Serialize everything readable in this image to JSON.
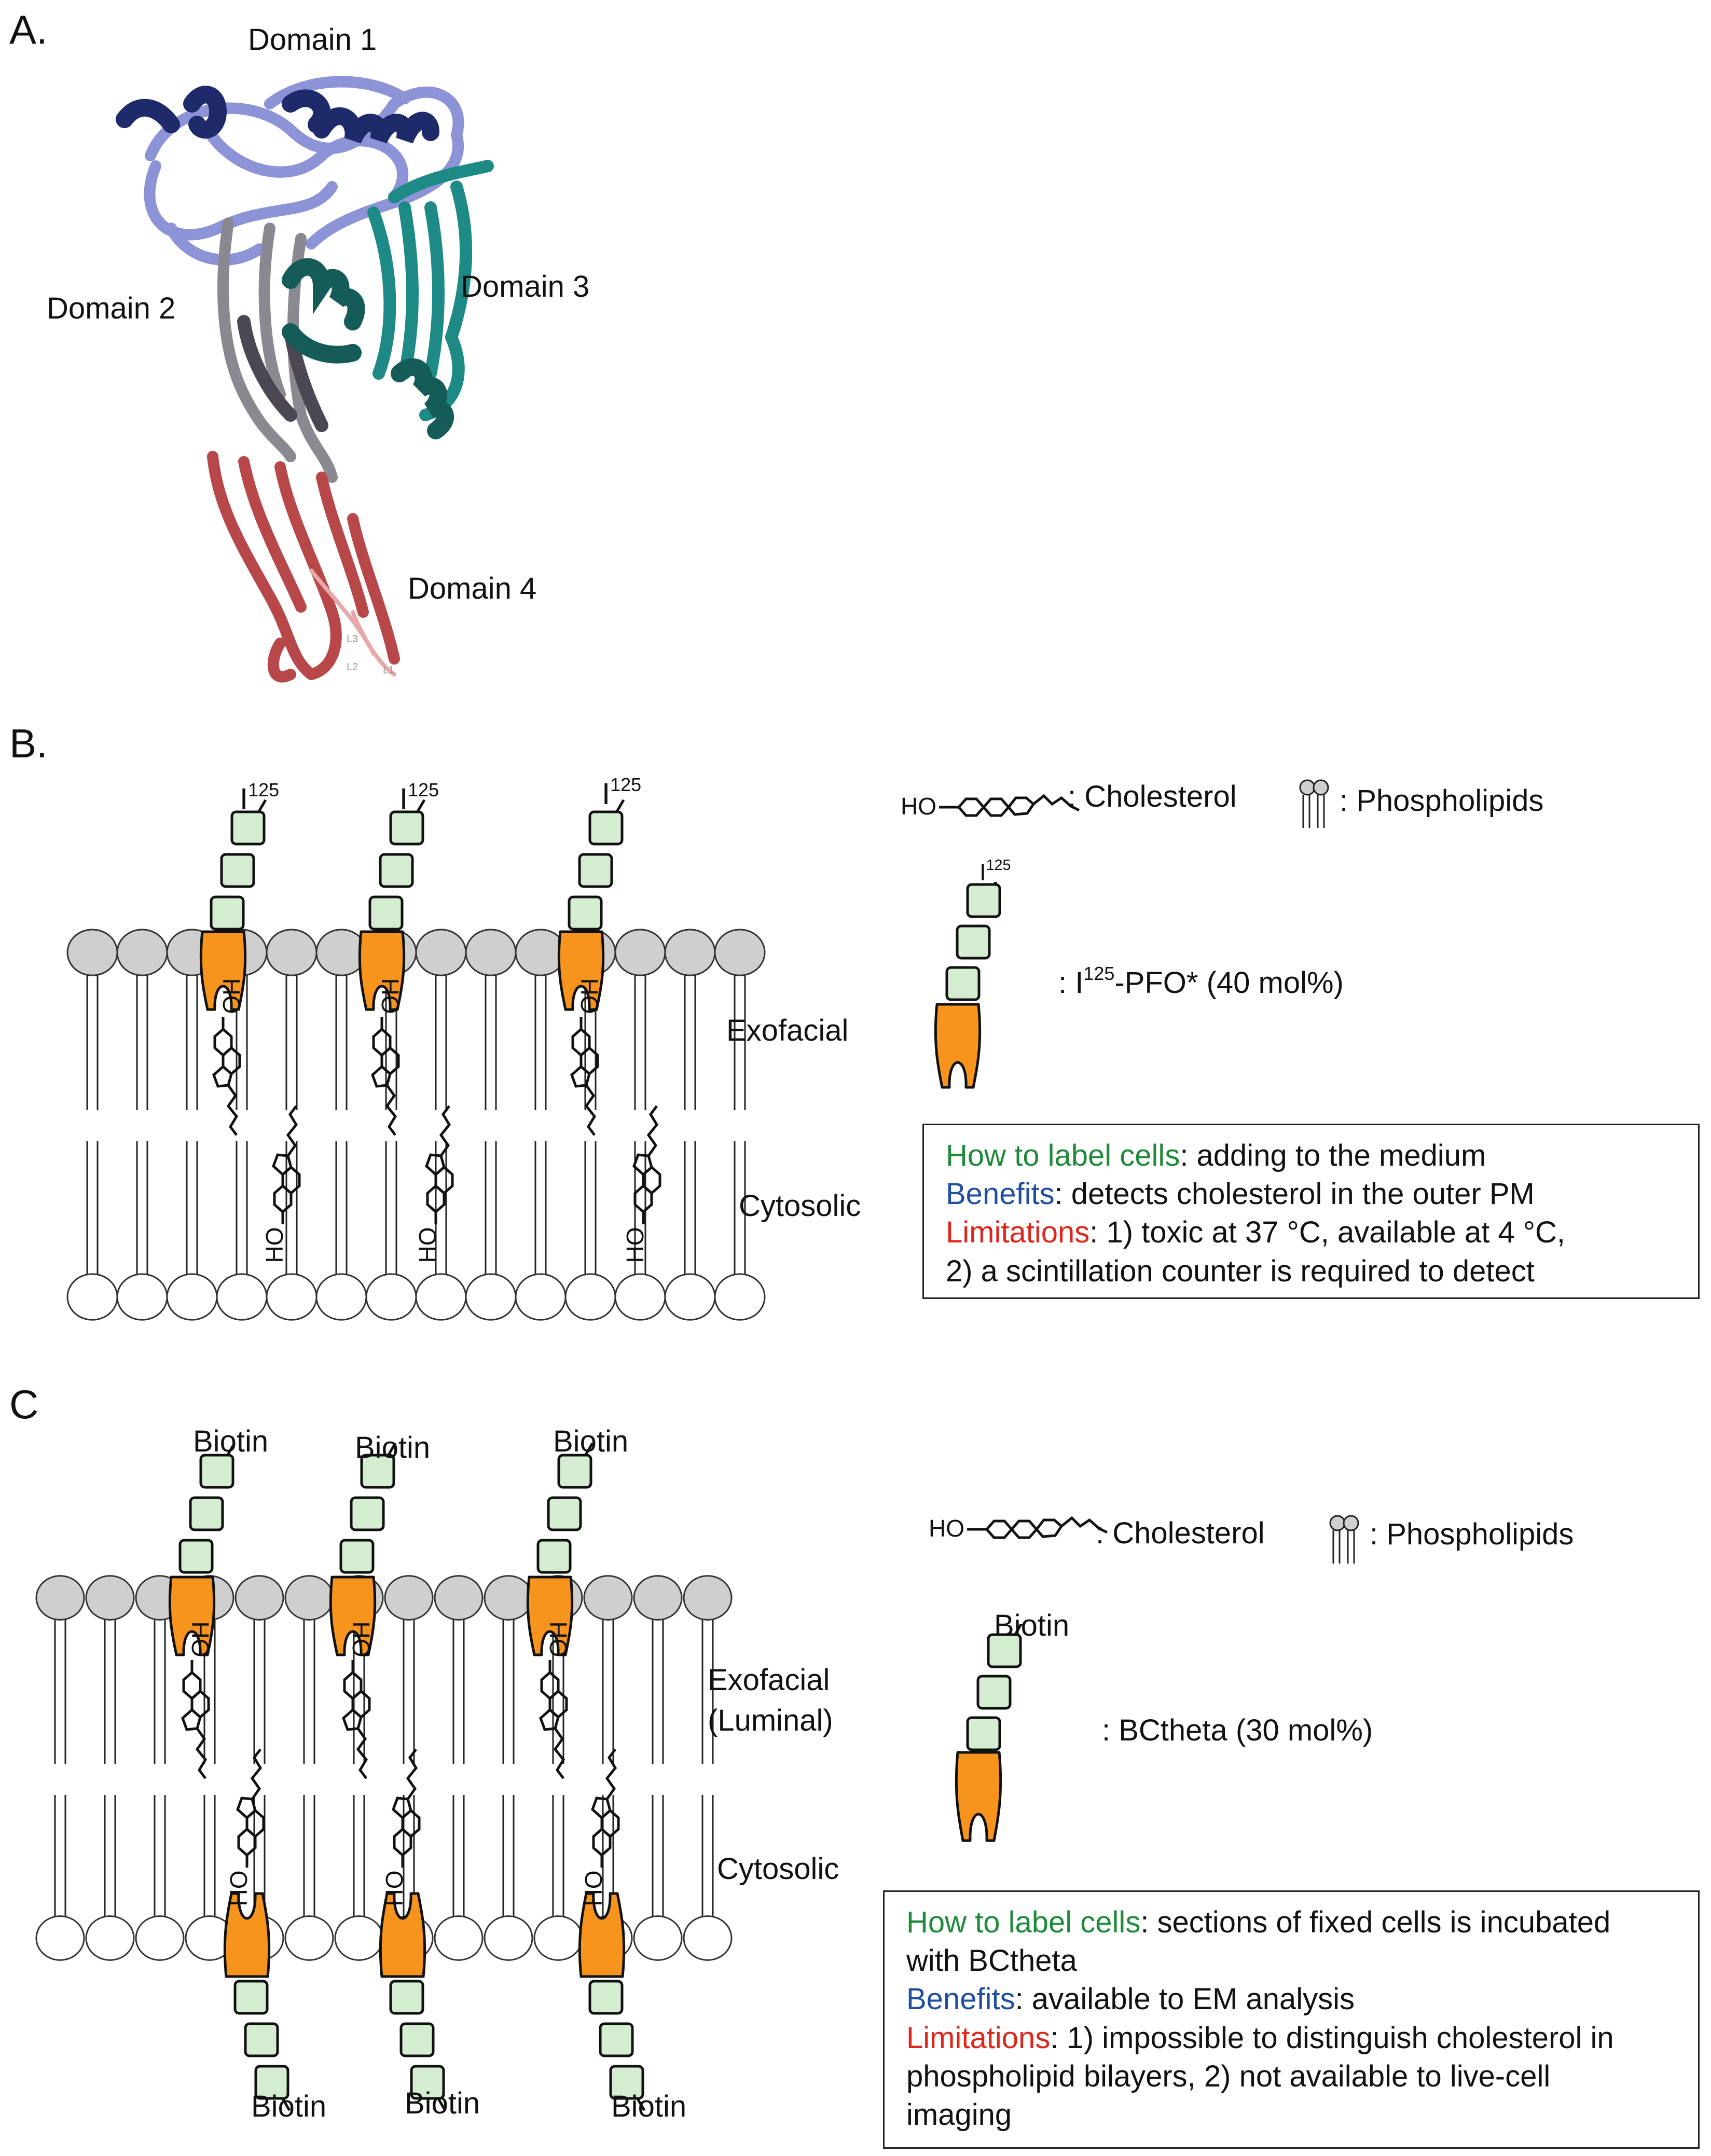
{
  "panels": {
    "a": {
      "label": "A.",
      "domains": [
        "Domain 1",
        "Domain 2",
        "Domain 3",
        "Domain 4"
      ],
      "loops": [
        "L3",
        "L2",
        "L1"
      ]
    },
    "b": {
      "label": "B.",
      "tag_base": "I",
      "tag_sup": "125",
      "leaflets": {
        "outer": "Exofacial",
        "inner": "Cytosolic"
      },
      "legend": {
        "cholesterol": ": Cholesterol",
        "phospholipids": ": Phospholipids",
        "probe_prefix": ": I",
        "probe_sup": "125",
        "probe_rest": "-PFO* (40 mol%)",
        "ho": "HO"
      },
      "info": {
        "how_key": "How to label cells",
        "how_val": ": adding to the medium",
        "benefits_key": "Benefits",
        "benefits_val": ": detects cholesterol in the outer PM",
        "limits_key": "Limitations",
        "limits_val": ": 1) toxic at 37 °C, available at 4 °C,",
        "limits_val2": "2) a scintillation counter is required to detect"
      }
    },
    "c": {
      "label": "C",
      "tag": "Biotin",
      "leaflets": {
        "outer": "Exofacial",
        "outer2": "(Luminal)",
        "inner": "Cytosolic"
      },
      "legend": {
        "cholesterol": ": Cholesterol",
        "phospholipids": ": Phospholipids",
        "probe_tag": "Biotin",
        "probe": ": BCtheta (30 mol%)",
        "ho": "HO"
      },
      "info": {
        "how_key": "How to label cells",
        "how_val": ": sections of fixed cells is incubated",
        "how_val2": "with BCtheta",
        "benefits_key": "Benefits",
        "benefits_val": ": available to EM analysis",
        "limits_key": "Limitations",
        "limits_val": ": 1) impossible to distinguish cholesterol in",
        "limits_val2": "phospholipid bilayers, 2) not available to live-cell",
        "limits_val3": "imaging"
      }
    }
  },
  "colors": {
    "domain1_dark": "#1f2a6b",
    "domain1_light": "#8c93d6",
    "domain2": "#8a8890",
    "domain3": "#1e8a86",
    "domain3_dark": "#155c59",
    "domain4": "#b8474a",
    "probe_body": "#f7941d",
    "probe_segment": "#d4edd0",
    "headgroup_outer": "#cfcfcf",
    "headgroup_inner": "#ffffff",
    "how_key": "#1f8a3a",
    "benefits_key": "#1f4ea1",
    "limits_key": "#e0251b"
  },
  "icons": [
    "cholesterol-icon",
    "phospholipid-icon",
    "probe-icon"
  ]
}
